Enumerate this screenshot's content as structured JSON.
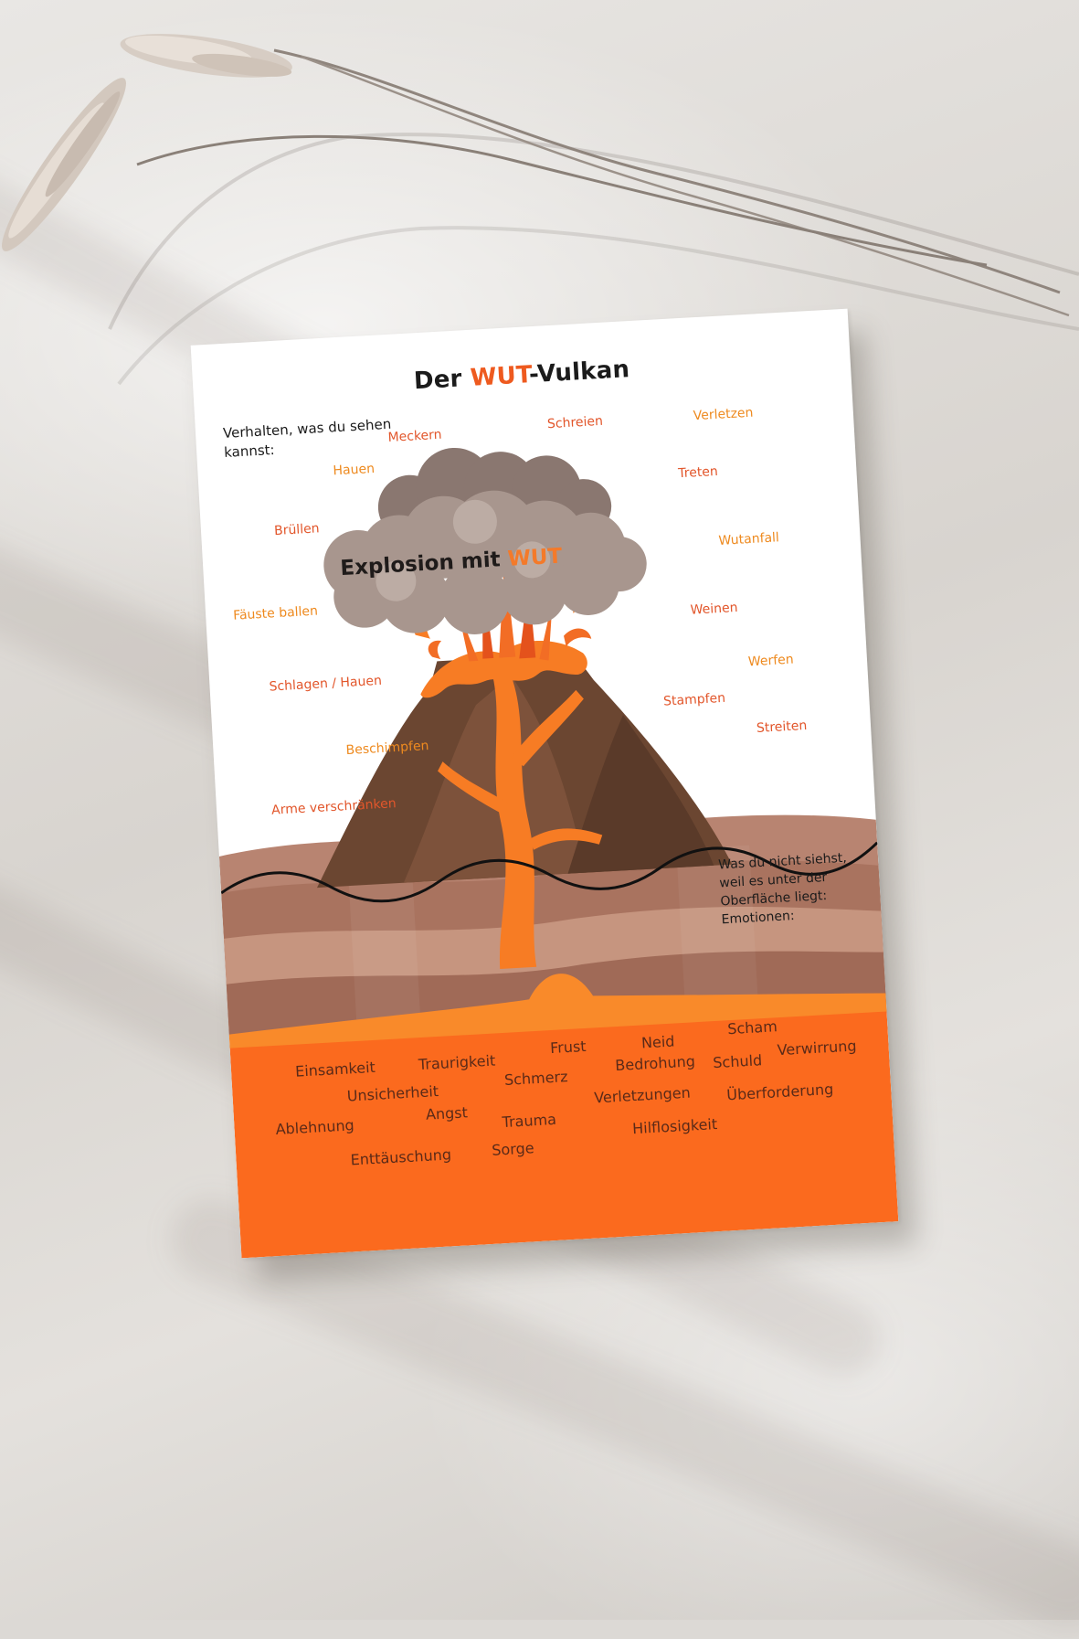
{
  "title": {
    "prefix": "Der ",
    "accent": "WUT",
    "suffix": "-Vulkan"
  },
  "intro_behavior": "Verhalten, was du sehen kannst:",
  "intro_emotions": "Was du nicht siehst, weil es unter der Oberfläche liegt: Emotionen:",
  "explosion": {
    "prefix": "Explosion mit ",
    "accent": "WUT"
  },
  "behaviors": [
    "Meckern",
    "Schreien",
    "Verletzen",
    "Hauen",
    "Treten",
    "Brüllen",
    "Wutanfall",
    "Fäuste ballen",
    "Weinen",
    "Schlagen / Hauen",
    "Werfen",
    "Stampfen",
    "Beschimpfen",
    "Streiten",
    "Arme verschränken"
  ],
  "emotions": [
    "Einsamkeit",
    "Traurigkeit",
    "Frust",
    "Neid",
    "Scham",
    "Unsicherheit",
    "Schmerz",
    "Bedrohung",
    "Schuld",
    "Verwirrung",
    "Ablehnung",
    "Angst",
    "Verletzungen",
    "Trauma",
    "Überforderung",
    "Enttäuschung",
    "Sorge",
    "Hilflosigkeit"
  ],
  "colors": {
    "accent_orange": "#ee5a1f",
    "behavior_orange": "#e2562b",
    "behavior_amber": "#ee8a1f",
    "lava": "#f77c24",
    "magma": "#fb6a1e",
    "smoke": "#9b8a82",
    "rock_dark": "#6b4631",
    "earth": "#b88471"
  },
  "icons": {
    "decoration": "dried-grass-icon",
    "illustration": "volcano-icon"
  }
}
